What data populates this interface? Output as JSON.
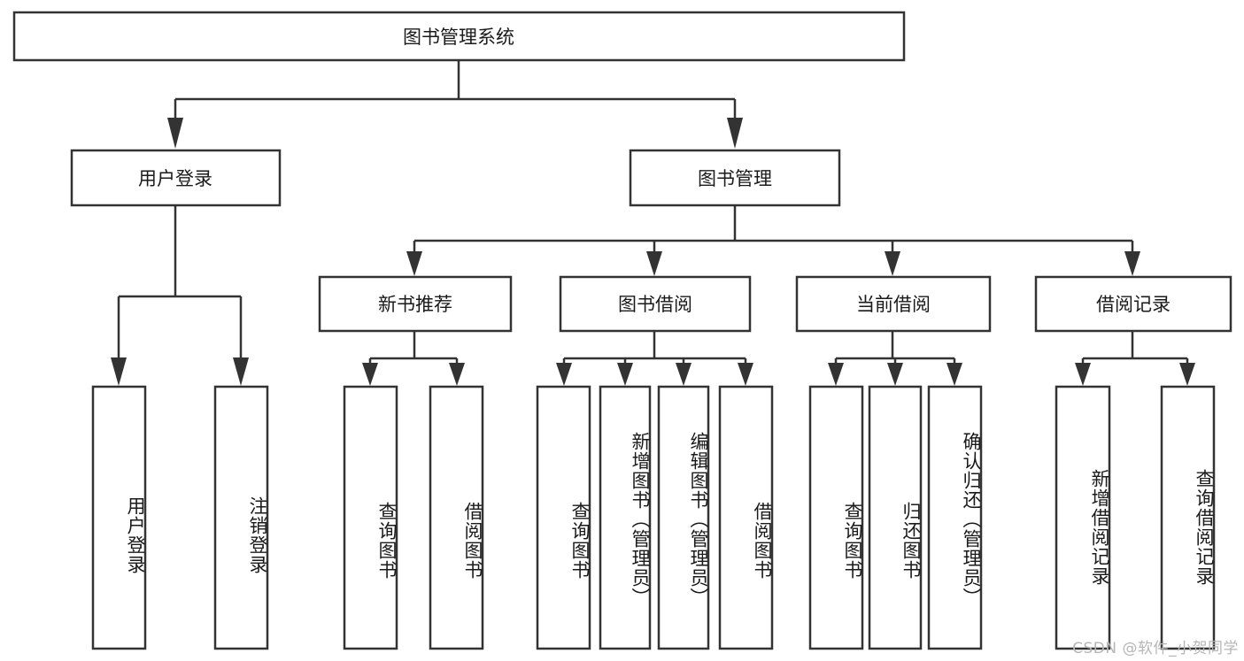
{
  "diagram": {
    "title": "图书管理系统",
    "type": "tree",
    "watermark": "CSDN @软件_小贺同学",
    "colors": {
      "box_stroke": "#333333",
      "box_fill": "#ffffff",
      "text": "#1a1a1a",
      "connector": "#333333",
      "watermark": "#b6b6b6",
      "background": "#ffffff"
    },
    "levels": {
      "root": "图书管理系统",
      "level2": [
        "用户登录",
        "图书管理"
      ],
      "level3": [
        "新书推荐",
        "图书借阅",
        "当前借阅",
        "借阅记录"
      ],
      "leaves": [
        "用户登录",
        "注销登录",
        "查询图书",
        "借阅图书",
        "查询图书",
        "新增图书（管理员）",
        "编辑图书（管理员）",
        "借阅图书",
        "查询图书",
        "归还图书",
        "确认归还（管理员）",
        "新增借阅记录",
        "查询借阅记录"
      ]
    },
    "nodes": {
      "root": {
        "label": "图书管理系统"
      },
      "user_login": {
        "label": "用户登录"
      },
      "book_manage": {
        "label": "图书管理"
      },
      "new_book_rec": {
        "label": "新书推荐"
      },
      "book_borrow": {
        "label": "图书借阅"
      },
      "current_borrow": {
        "label": "当前借阅"
      },
      "borrow_record": {
        "label": "借阅记录"
      },
      "leaf_user_login": {
        "label": "用户登录"
      },
      "leaf_logout": {
        "label": "注销登录"
      },
      "leaf_query_book_1": {
        "label": "查询图书"
      },
      "leaf_borrow_book_1": {
        "label": "借阅图书"
      },
      "leaf_query_book_2": {
        "label": "查询图书"
      },
      "leaf_add_book_admin": {
        "label": "新增图书（管理员）"
      },
      "leaf_edit_book_admin": {
        "label": "编辑图书（管理员）"
      },
      "leaf_borrow_book_2": {
        "label": "借阅图书"
      },
      "leaf_query_book_3": {
        "label": "查询图书"
      },
      "leaf_return_book": {
        "label": "归还图书"
      },
      "leaf_confirm_return_admin": {
        "label": "确认归还（管理员）"
      },
      "leaf_add_record": {
        "label": "新增借阅记录"
      },
      "leaf_query_record": {
        "label": "查询借阅记录"
      }
    }
  }
}
